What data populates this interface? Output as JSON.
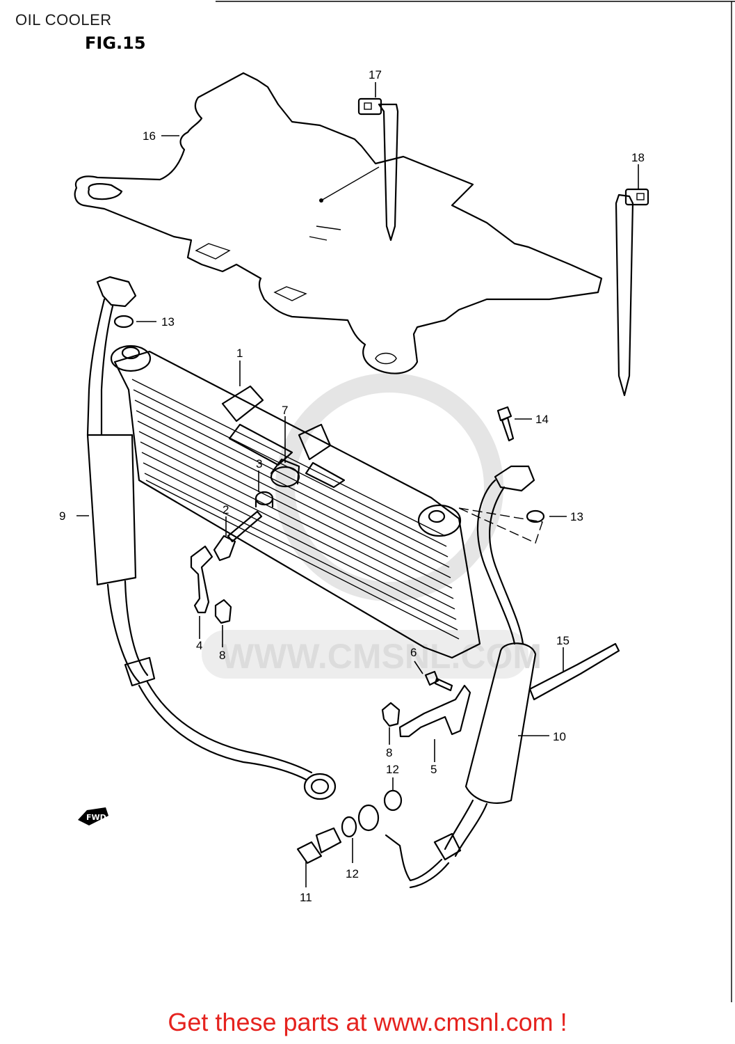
{
  "header": {
    "title": "OIL COOLER",
    "figure": "FIG.15"
  },
  "parts": [
    {
      "number": "1"
    },
    {
      "number": "2"
    },
    {
      "number": "3"
    },
    {
      "number": "4"
    },
    {
      "number": "5"
    },
    {
      "number": "6"
    },
    {
      "number": "7"
    },
    {
      "number": "8"
    },
    {
      "number": "8"
    },
    {
      "number": "9"
    },
    {
      "number": "10"
    },
    {
      "number": "11"
    },
    {
      "number": "12"
    },
    {
      "number": "12"
    },
    {
      "number": "13"
    },
    {
      "number": "13"
    },
    {
      "number": "14"
    },
    {
      "number": "15"
    },
    {
      "number": "16"
    },
    {
      "number": "17"
    },
    {
      "number": "18"
    }
  ],
  "direction_marker": "FWD",
  "watermark": "WWW.CMSNL.COM",
  "footer": {
    "cta": "Get these parts at www.cmsnl.com !",
    "cta_color": "#e5221e"
  }
}
